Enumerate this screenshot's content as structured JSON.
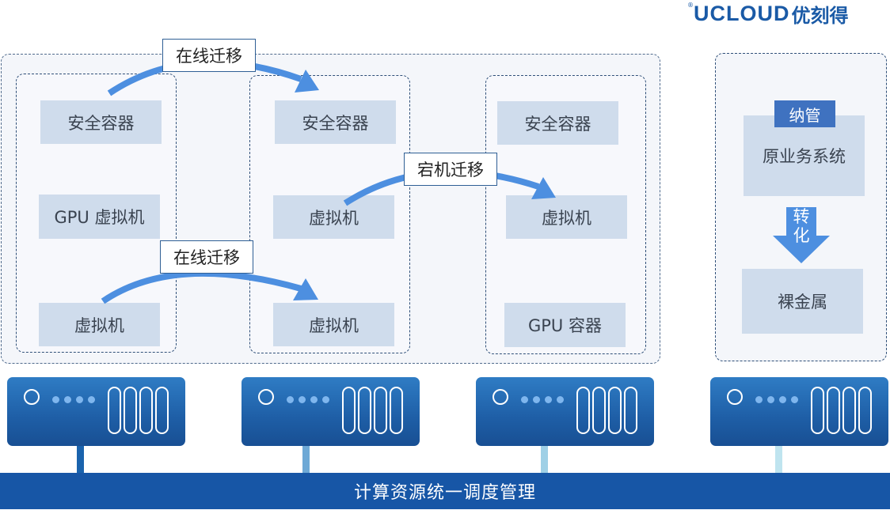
{
  "logo": {
    "latin": "UCLOUD",
    "cjk": "优刻得",
    "trademark": "®"
  },
  "migrations": {
    "live_1": "在线迁移",
    "live_2": "在线迁移",
    "downtime": "宕机迁移"
  },
  "group1": {
    "top": "安全容器",
    "mid": "GPU 虚拟机",
    "bottom": "虚拟机"
  },
  "group2": {
    "top": "安全容器",
    "mid": "虚拟机",
    "bottom": "虚拟机"
  },
  "group3": {
    "top": "安全容器",
    "mid": "虚拟机",
    "bottom": "GPU 容器"
  },
  "legacy": {
    "tag": "纳管",
    "system": "原业务系统",
    "convert_1": "转",
    "convert_2": "化",
    "baremetal": "裸金属"
  },
  "scheduler": "计算资源统一调度管理",
  "colors": {
    "server": "#1e5ea6",
    "bar": "#1756a6",
    "arrow": "#4d8fe0",
    "box": "#cfdcec",
    "tag": "#3f72c0"
  }
}
